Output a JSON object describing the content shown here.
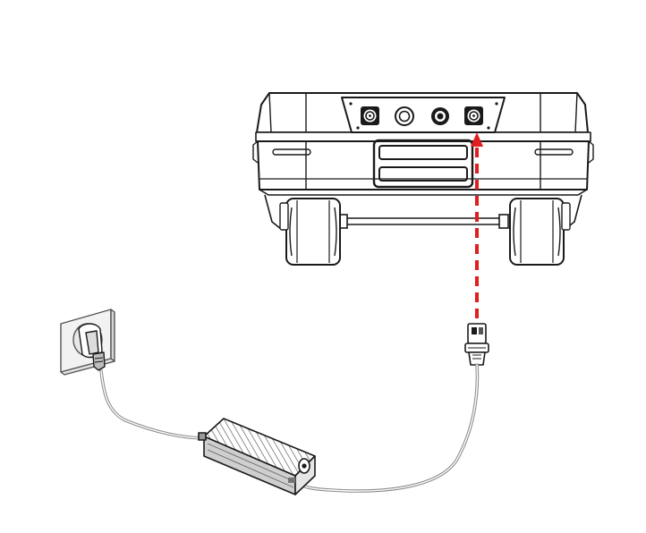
{
  "colors": {
    "line": "#1a1a1a",
    "cable": "#8c8c8c",
    "arrow": "#e01e1e",
    "background": "#ffffff"
  },
  "parts": {
    "robot_base": "robot-base-rear-view",
    "charging_port": "charging-port",
    "wall_socket": "wall-socket",
    "charger": "charger-brick",
    "connector": "charging-connector"
  }
}
